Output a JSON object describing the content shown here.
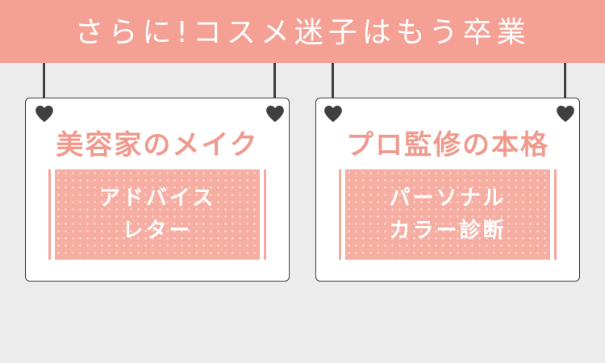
{
  "banner": {
    "title": "さらに!コスメ迷子はもう卒業",
    "background_color": "#f5a094",
    "text_color": "#ffffff"
  },
  "cards": [
    {
      "heading": "美容家のメイク",
      "panel_lines": [
        "アドバイス",
        "レター"
      ]
    },
    {
      "heading": "プロ監修の本格",
      "panel_lines": [
        "パーソナル",
        "カラー診断"
      ]
    }
  ],
  "colors": {
    "accent": "#f09a8d",
    "panel": "#f6aea3",
    "string": "#3f3f3f",
    "page_background": "#ececec"
  },
  "icons": {
    "pin": "heart-icon"
  }
}
